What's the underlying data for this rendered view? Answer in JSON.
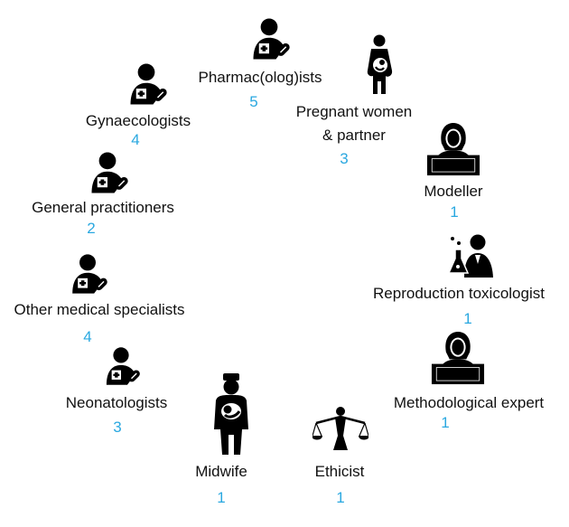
{
  "colors": {
    "count": "#2aa8e0",
    "icon": "#000000",
    "text": "#111111"
  },
  "stakeholders": [
    {
      "label": "Pharmac(olog)ists",
      "count": "5",
      "icon": "doctor-pill-icon"
    },
    {
      "label": "Pregnant women\n& partner",
      "count": "3",
      "icon": "pregnant-woman-icon"
    },
    {
      "label": "Modeller",
      "count": "1",
      "icon": "woman-laptop-icon"
    },
    {
      "label": "Reproduction toxicologist",
      "count": "1",
      "icon": "scientist-flask-icon"
    },
    {
      "label": "Methodological expert",
      "count": "1",
      "icon": "woman-laptop-icon"
    },
    {
      "label": "Ethicist",
      "count": "1",
      "icon": "scales-icon"
    },
    {
      "label": "Midwife",
      "count": "1",
      "icon": "nurse-baby-icon"
    },
    {
      "label": "Neonatologists",
      "count": "3",
      "icon": "doctor-pill-icon"
    },
    {
      "label": "Other medical specialists",
      "count": "4",
      "icon": "doctor-pill-icon"
    },
    {
      "label": "General practitioners",
      "count": "2",
      "icon": "doctor-pill-icon"
    },
    {
      "label": "Gynaecologists",
      "count": "4",
      "icon": "doctor-pill-icon"
    }
  ]
}
